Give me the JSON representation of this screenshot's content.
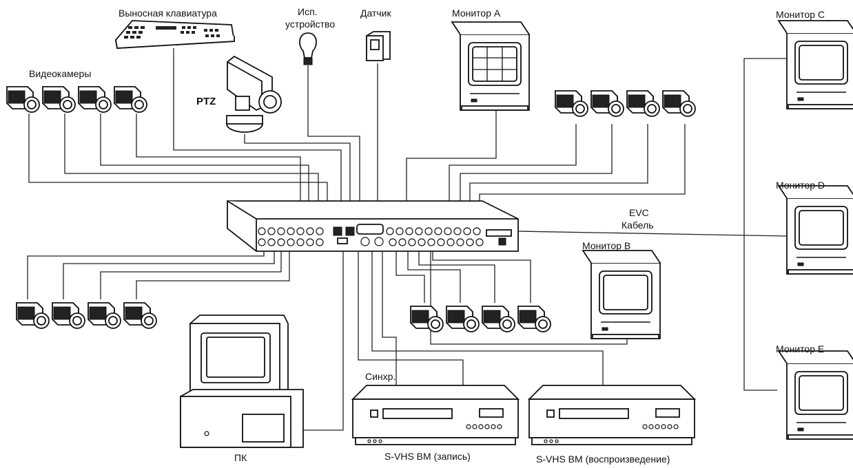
{
  "labels": {
    "keyboard": "Выносная клавиатура",
    "device_line1": "Исп.",
    "device_line2": "устройство",
    "sensor": "Датчик",
    "monitor_a": "Монитор A",
    "monitor_b": "Монитор B",
    "monitor_c": "Монитор C",
    "monitor_d": "Монитор D",
    "monitor_e": "Монитор E",
    "cameras": "Видеокамеры",
    "ptz": "PTZ",
    "evc_line1": "EVC",
    "evc_line2": "Кабель",
    "pc": "ПК",
    "sync": "Синхр.",
    "vcr_record": "S-VHS ВМ (запись)",
    "vcr_play": "S-VHS ВМ (воспроизведение)"
  }
}
